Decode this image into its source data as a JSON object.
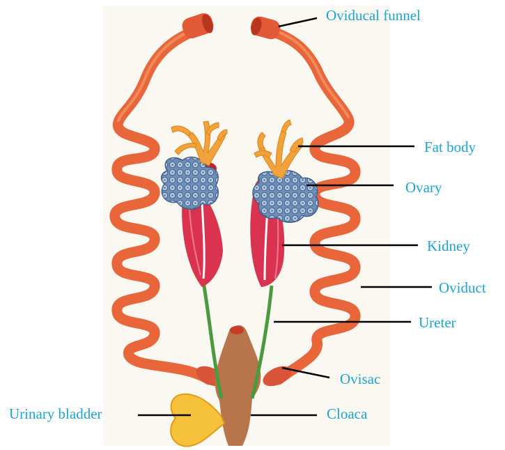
{
  "labels": {
    "oviducal_funnel": "Oviducal  funnel",
    "fat_body": "Fat  body",
    "ovary": "Ovary",
    "kidney": "Kidney",
    "oviduct": "Oviduct",
    "ureter": "Ureter",
    "ovisac": "Ovisac",
    "urinary_bladder": "Urinary bladder",
    "cloaca": "Cloaca"
  },
  "colors": {
    "label_text": "#1ba3d6",
    "oviduct": "#e8663a",
    "kidney": "#d9334f",
    "ovary": "#7d9fc4",
    "fat_body": "#f2a23a",
    "ureter": "#4a9a3f",
    "cloaca": "#b8744a",
    "bladder": "#f5c23a",
    "leader_line": "#000000"
  }
}
